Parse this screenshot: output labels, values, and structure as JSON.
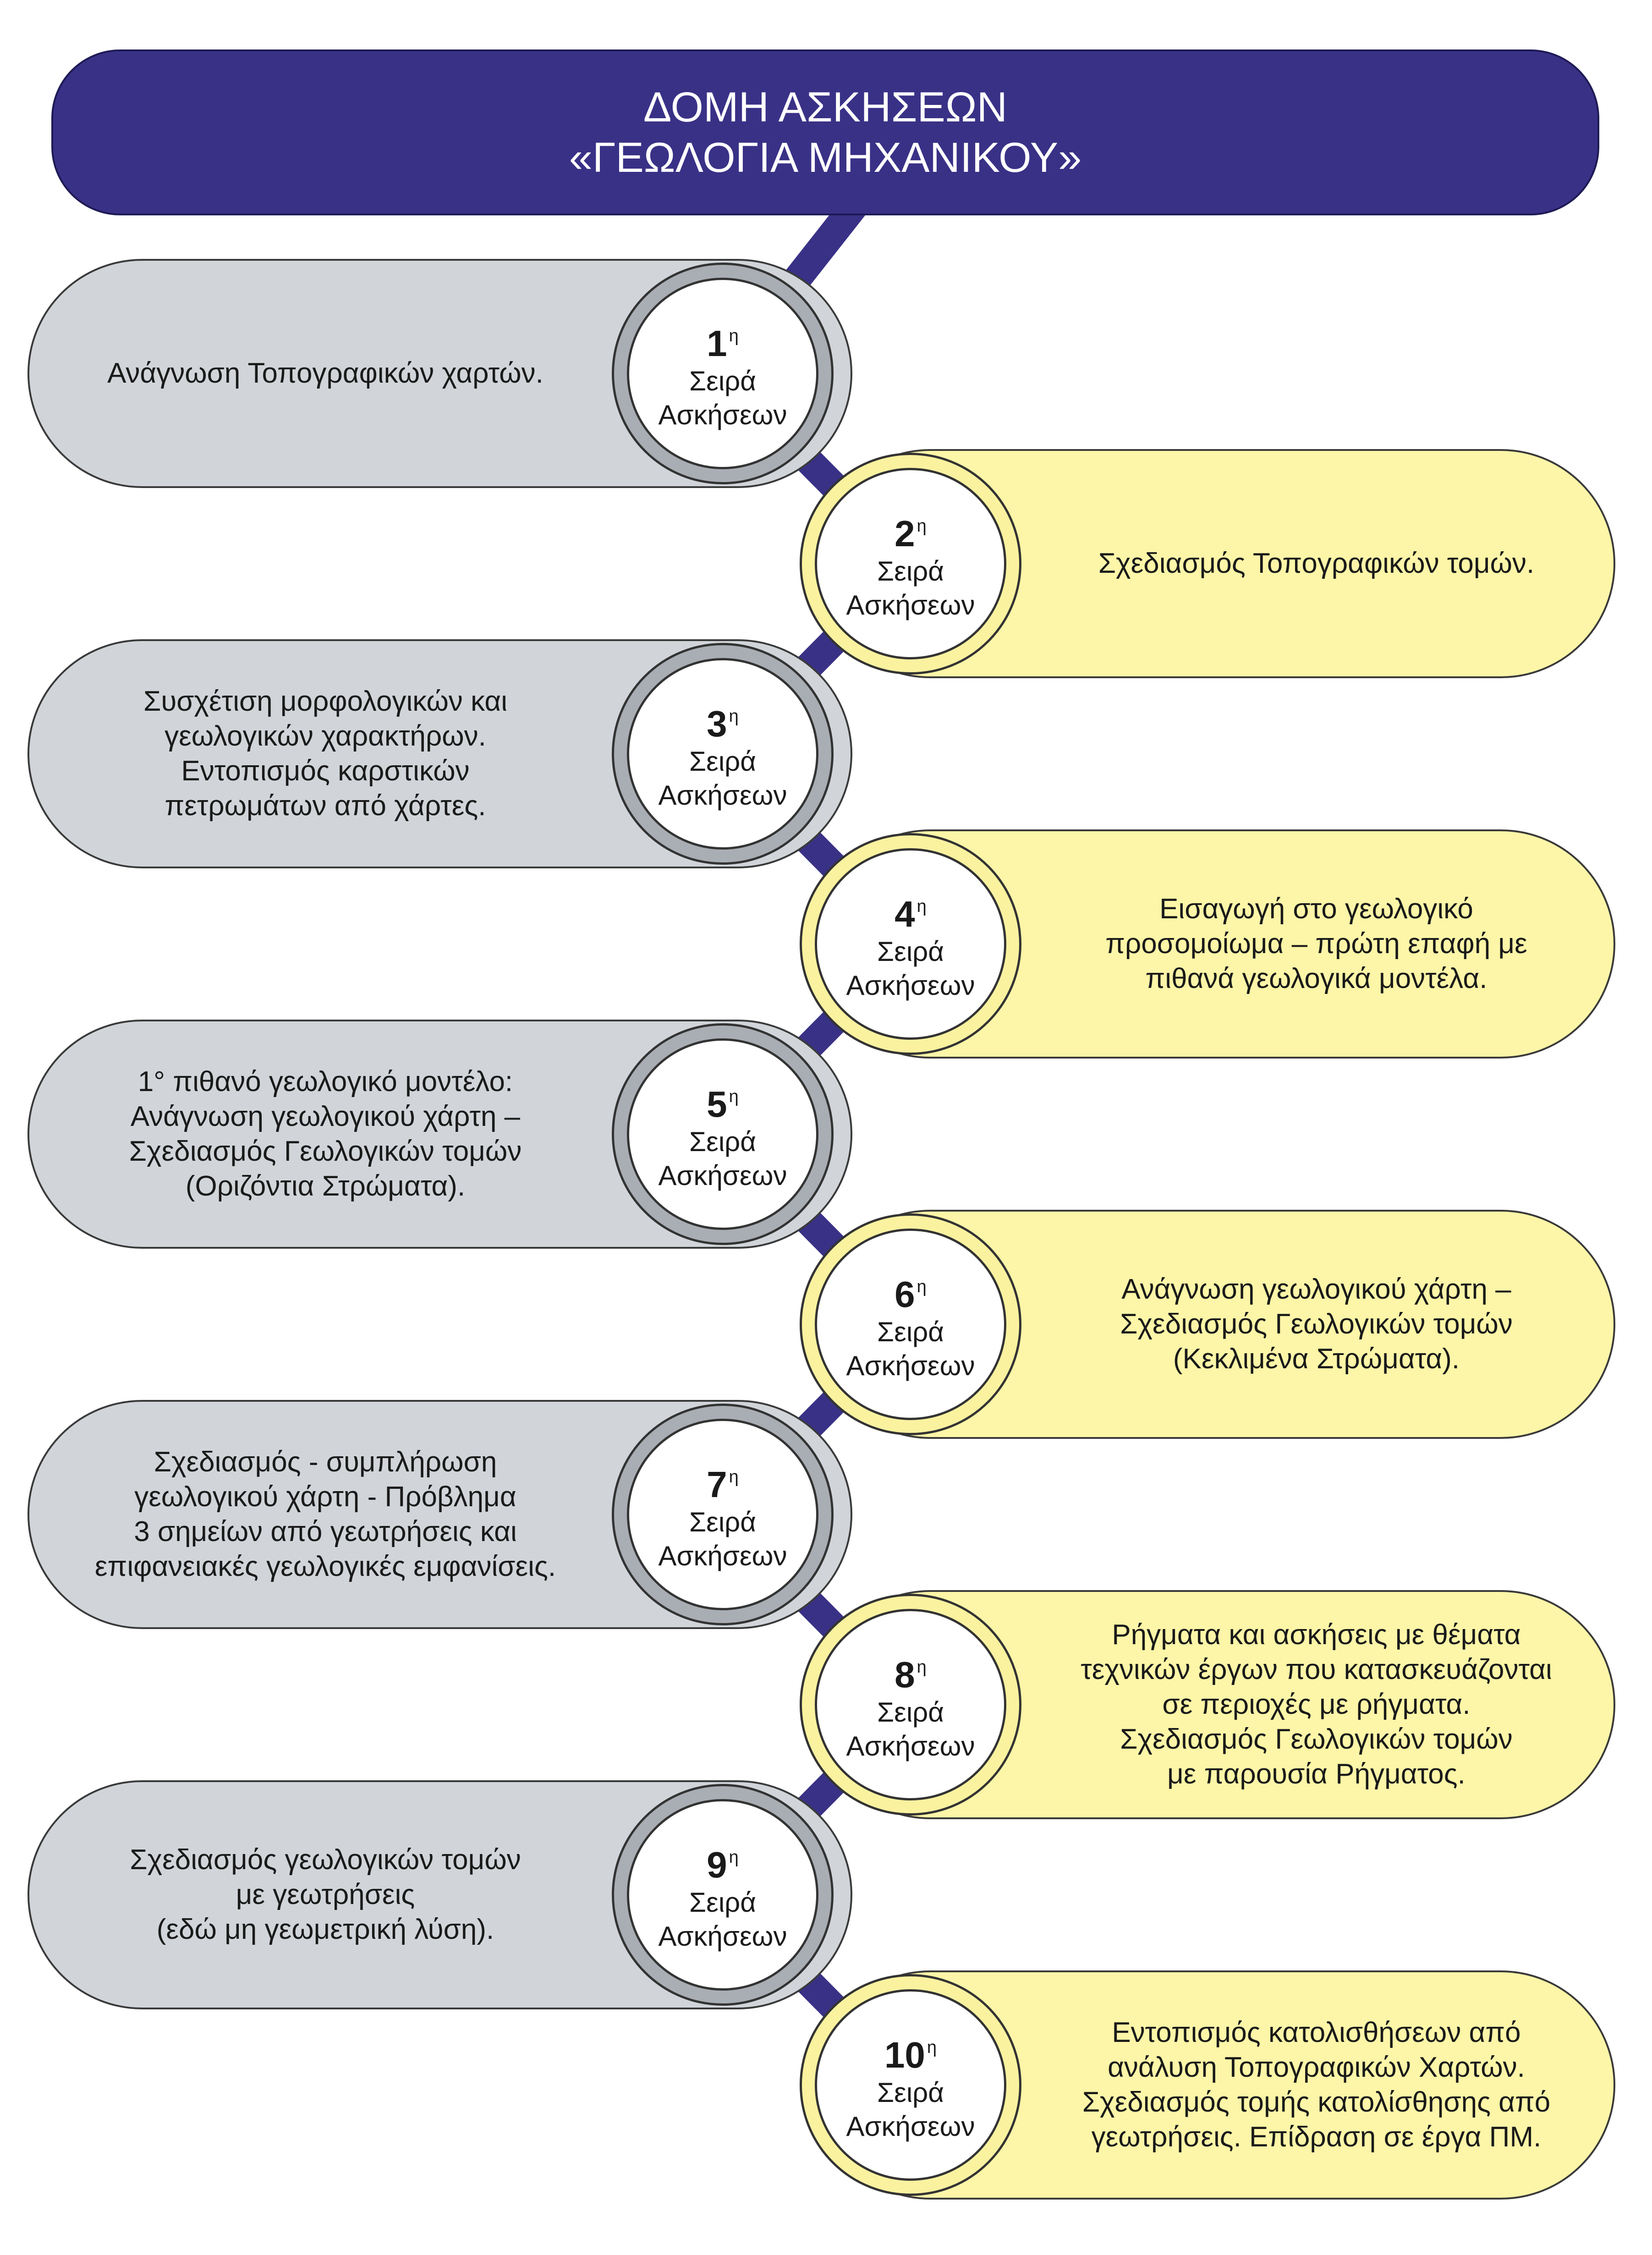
{
  "header": {
    "line1": "ΔΟΜΗ ΑΣΚΗΣΕΩΝ",
    "line2": "«ΓΕΩΛΟΓΙΑ ΜΗΧΑΝΙΚΟΥ»"
  },
  "colors": {
    "header_fill": "#393186",
    "connector": "#393186",
    "left_pill": "#d1d5da",
    "right_pill": "#fdf6a8"
  },
  "series": [
    {
      "num": "1",
      "sup": "η",
      "label1": "Σειρά",
      "label2": "Ασκήσεων",
      "side": "left",
      "text": "Ανάγνωση Τοπογραφικών χαρτών."
    },
    {
      "num": "2",
      "sup": "η",
      "label1": "Σειρά",
      "label2": "Ασκήσεων",
      "side": "right",
      "text": "Σχεδιασμός Τοπογραφικών τομών."
    },
    {
      "num": "3",
      "sup": "η",
      "label1": "Σειρά",
      "label2": "Ασκήσεων",
      "side": "left",
      "text": "Συσχέτιση μορφολογικών και\nγεωλογικών χαρακτήρων.\nΕντοπισμός καρστικών\nπετρωμάτων από χάρτες."
    },
    {
      "num": "4",
      "sup": "η",
      "label1": "Σειρά",
      "label2": "Ασκήσεων",
      "side": "right",
      "text": "Εισαγωγή στο γεωλογικό\nπροσομοίωμα – πρώτη επαφή με\nπιθανά γεωλογικά μοντέλα."
    },
    {
      "num": "5",
      "sup": "η",
      "label1": "Σειρά",
      "label2": "Ασκήσεων",
      "side": "left",
      "text": "1° πιθανό γεωλογικό μοντέλο:\nΑνάγνωση γεωλογικού χάρτη –\nΣχεδιασμός Γεωλογικών τομών\n(Οριζόντια Στρώματα)."
    },
    {
      "num": "6",
      "sup": "η",
      "label1": "Σειρά",
      "label2": "Ασκήσεων",
      "side": "right",
      "text": "Ανάγνωση γεωλογικού χάρτη –\nΣχεδιασμός Γεωλογικών τομών\n(Κεκλιμένα Στρώματα)."
    },
    {
      "num": "7",
      "sup": "η",
      "label1": "Σειρά",
      "label2": "Ασκήσεων",
      "side": "left",
      "text": "Σχεδιασμός - συμπλήρωση\nγεωλογικού χάρτη - Πρόβλημα\n3 σημείων από γεωτρήσεις και\nεπιφανειακές γεωλογικές εμφανίσεις."
    },
    {
      "num": "8",
      "sup": "η",
      "label1": "Σειρά",
      "label2": "Ασκήσεων",
      "side": "right",
      "text": "Ρήγματα και ασκήσεις με θέματα\nτεχνικών έργων που κατασκευάζονται\nσε περιοχές με ρήγματα.\nΣχεδιασμός Γεωλογικών τομών\nμε παρουσία Ρήγματος."
    },
    {
      "num": "9",
      "sup": "η",
      "label1": "Σειρά",
      "label2": "Ασκήσεων",
      "side": "left",
      "text": "Σχεδιασμός γεωλογικών τομών\nμε γεωτρήσεις\n(εδώ μη γεωμετρική λύση)."
    },
    {
      "num": "10",
      "sup": "η",
      "label1": "Σειρά",
      "label2": "Ασκήσεων",
      "side": "right",
      "text": "Εντοπισμός κατολισθήσεων από\nανάλυση Τοπογραφικών Χαρτών.\nΣχεδιασμός τομής κατολίσθησης από\nγεωτρήσεις. Επίδραση σε έργα ΠΜ."
    }
  ]
}
